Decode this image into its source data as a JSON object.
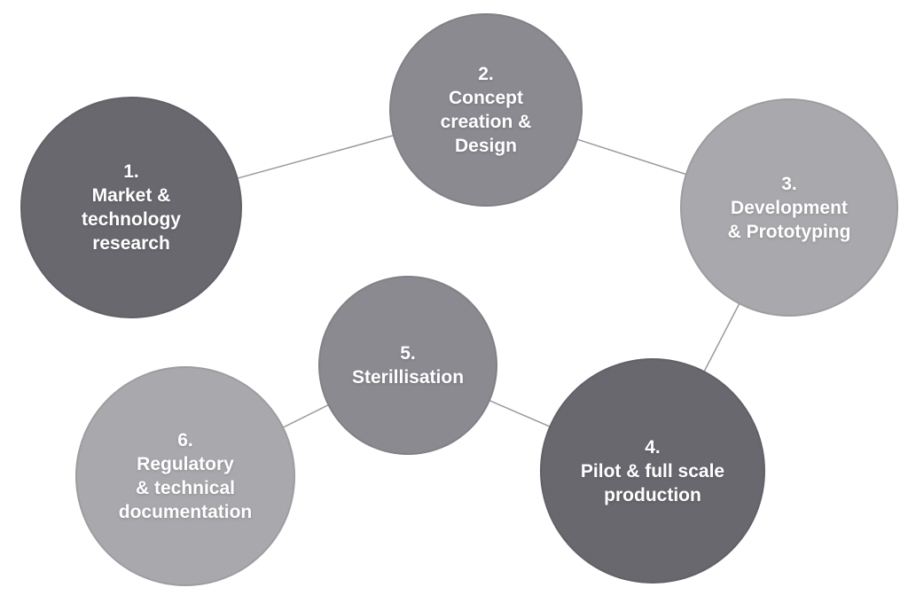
{
  "diagram": {
    "type": "process-flow",
    "steps": [
      {
        "number": "1.",
        "label": "Market &\ntechnology\nresearch",
        "shade": "dark"
      },
      {
        "number": "2.",
        "label": "Concept\ncreation &\nDesign",
        "shade": "medium"
      },
      {
        "number": "3.",
        "label": "Development\n& Prototyping",
        "shade": "light"
      },
      {
        "number": "4.",
        "label": "Pilot & full scale\nproduction",
        "shade": "dark"
      },
      {
        "number": "5.",
        "label": "Sterillisation",
        "shade": "medium"
      },
      {
        "number": "6.",
        "label": "Regulatory\n& technical\ndocumentation",
        "shade": "light"
      }
    ],
    "connections": [
      [
        1,
        2
      ],
      [
        2,
        3
      ],
      [
        3,
        4
      ],
      [
        4,
        5
      ],
      [
        5,
        6
      ]
    ],
    "colors": {
      "dark": "#69686f",
      "medium": "#8b8a91",
      "light": "#a9a8ac",
      "connector": "#9a999d",
      "text": "#ffffff"
    }
  }
}
